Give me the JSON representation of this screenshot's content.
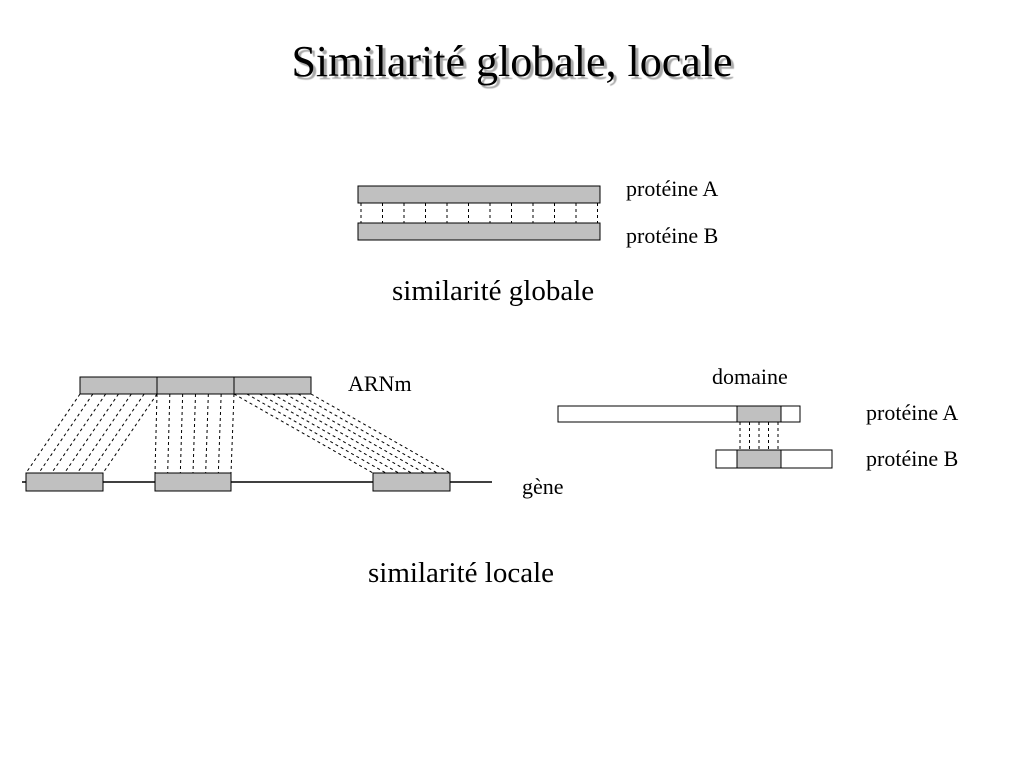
{
  "title": "Similarité globale, locale",
  "global": {
    "protein_a": "protéine A",
    "protein_b": "protéine B",
    "caption": "similarité globale"
  },
  "local": {
    "mrna": "ARNm",
    "gene": "gène",
    "domain": "domaine",
    "protein_a": "protéine A",
    "protein_b": "protéine B",
    "caption": "similarité locale"
  },
  "colors": {
    "box_fill": "#c0c0c0",
    "empty_fill": "#ffffff",
    "stroke": "#000000",
    "title_shadow": "#a9a9a9"
  }
}
